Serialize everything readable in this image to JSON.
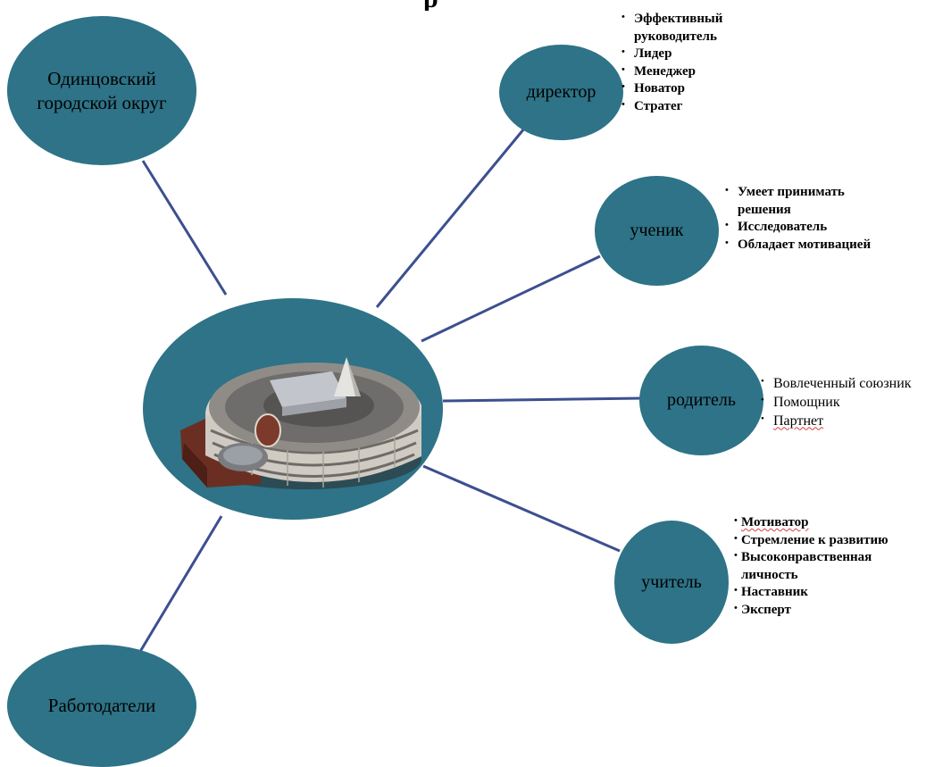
{
  "colors": {
    "node_fill": "#2e7387",
    "link": "#3c4f8f"
  },
  "nodes": {
    "okrug": "Одинцовский городской округ",
    "director": "директор",
    "student": "ученик",
    "parent": "родитель",
    "teacher": "учитель",
    "employers": "Работодатели"
  },
  "center": {
    "image": "school-building-3d-model"
  },
  "director_traits": [
    "Эффективный руководитель",
    "Лидер",
    "Менеджер",
    "Новатор",
    "Стратег"
  ],
  "student_traits": [
    "Умеет принимать решения",
    "Исследователь",
    "Обладает мотивацией"
  ],
  "parent_traits": [
    "Вовлеченный союзник",
    "Помощник",
    "Партнет"
  ],
  "teacher_traits": [
    "Мотиватор",
    "Стремление к развитию",
    "Высоконравственная личность",
    "Наставник",
    "Эксперт"
  ]
}
